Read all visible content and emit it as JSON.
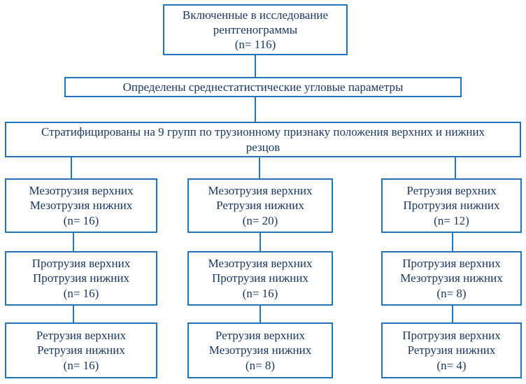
{
  "diagram": {
    "colors": {
      "box_border": "#2373B9",
      "connector": "#2373B9",
      "text": "#17365D",
      "background": "#FFFFFF"
    },
    "top_box": {
      "line1": "Включенные в исследование",
      "line2": "рентгенограммы",
      "line3": "(n= 116)"
    },
    "params_box": {
      "label": "Определены среднестатистические угловые параметры"
    },
    "strat_box": {
      "line1": "Стратифицированы на 9 групп по трузионному признаку положения верхних и нижних",
      "line2": "резцов"
    },
    "groups": {
      "col1": [
        {
          "line1": "Мезотрузия верхних",
          "line2": "Мезотрузия нижних",
          "line3": "(n= 16)"
        },
        {
          "line1": "Протрузия верхних",
          "line2": "Протрузия нижних",
          "line3": "(n= 16)"
        },
        {
          "line1": "Ретрузия верхних",
          "line2": "Ретрузия нижних",
          "line3": "(n= 16)"
        }
      ],
      "col2": [
        {
          "line1": "Мезотрузия верхних",
          "line2": "Ретрузия нижних",
          "line3": "(n= 20)"
        },
        {
          "line1": "Мезотрузия верхних",
          "line2": "Протрузия нижних",
          "line3": "(n= 16)"
        },
        {
          "line1": "Ретрузия верхних",
          "line2": "Мезотрузия нижних",
          "line3": "(n= 8)"
        }
      ],
      "col3": [
        {
          "line1": "Ретрузия верхних",
          "line2": "Протрузия нижних",
          "line3": "(n= 12)"
        },
        {
          "line1": "Протрузия верхних",
          "line2": "Мезотрузия нижних",
          "line3": "(n= 8)"
        },
        {
          "line1": "Протрузия верхних",
          "line2": "Ретрузия нижних",
          "line3": "(n= 4)"
        }
      ]
    }
  }
}
